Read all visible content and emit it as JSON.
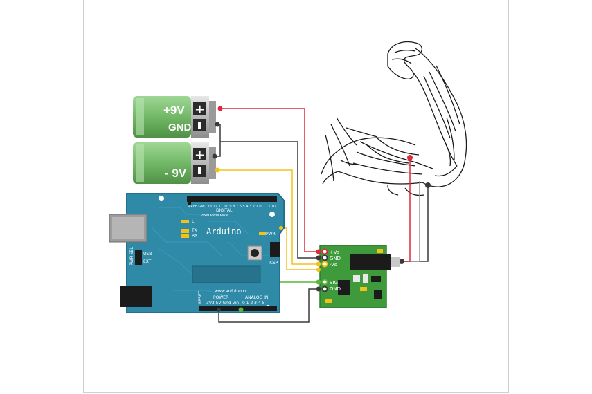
{
  "battery_top": {
    "label": "+9V",
    "label2": "GND",
    "plus": "+",
    "minus": "−"
  },
  "battery_bottom": {
    "label": "- 9V",
    "plus": "+",
    "minus": "−"
  },
  "arduino": {
    "brand": "Arduino",
    "url": "www.arduino.cc",
    "header_top_label": "AREF GND 13 12 11 10 9 8 7 6 5 4 3 2 1 0",
    "digital": "DIGITAL",
    "pwm_labels": "PWM PWM PWM",
    "tx": "TX",
    "rx": "RX",
    "l": "L",
    "pwr": "PWR",
    "icsp": "ICSP",
    "usb": "USB",
    "ext": "EXT",
    "pwr_sel": "PWR SEL",
    "power": "POWER",
    "analog_in": "ANALOG IN",
    "reset": "RESET",
    "power_pins": "3V3 5V Gnd Vin",
    "analog_pins": "0 1 2 3 4 5",
    "tx_top": "TX",
    "rx_top": "RX"
  },
  "sensor_board": {
    "pin_vs_plus": "+Vs",
    "pin_gnd1": "GND",
    "pin_vs_minus": "-Vs",
    "pin_sig": "SIG",
    "pin_gnd2": "GND"
  },
  "colors": {
    "wire_red": "#e0283a",
    "wire_black": "#3a3a3a",
    "wire_yellow": "#f2c21b",
    "wire_green": "#59b63a",
    "board_blue": "#2f8aa8",
    "battery_green": "#79c272",
    "sensor_green": "#3f9a3c"
  }
}
